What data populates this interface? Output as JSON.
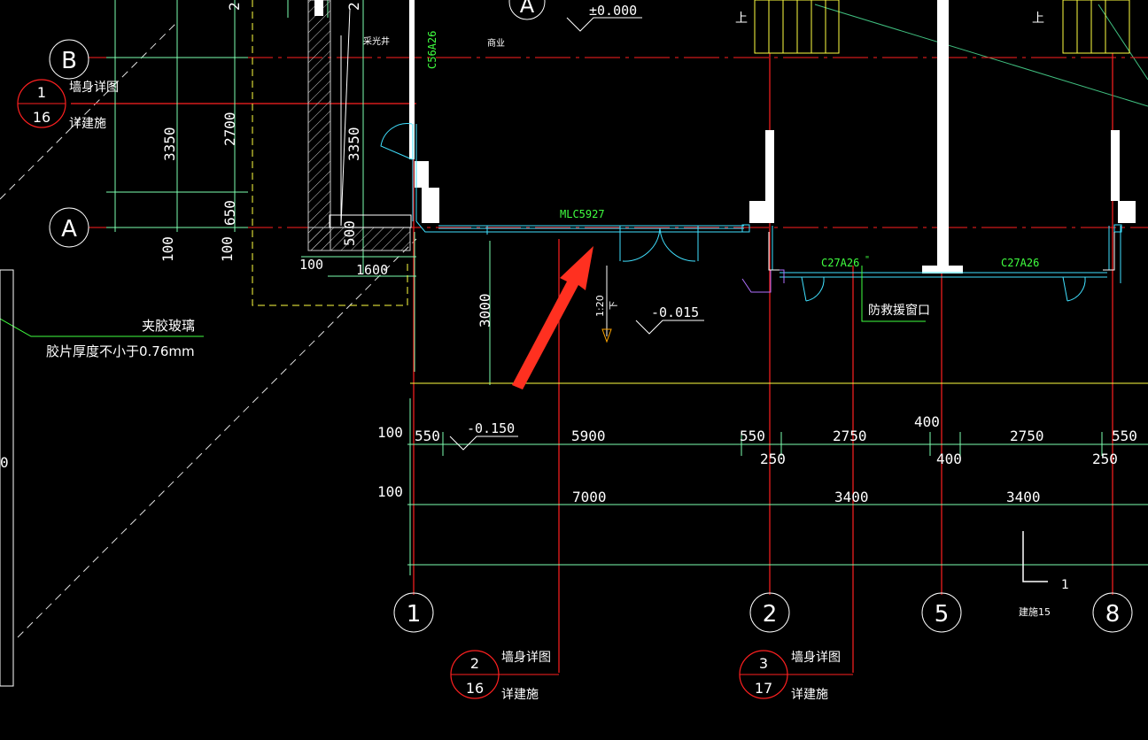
{
  "colors": {
    "background": "#000000",
    "axis": "#ff2020",
    "dimension": "#7dffb0",
    "wall": "#ffffff",
    "window": "#40e0ff",
    "stair": "#ffff40",
    "text": "#ffffff",
    "label_green": "#40ff40",
    "arrow": "#ff3020",
    "hatch": "#cccccc",
    "purple": "#b070ff"
  },
  "axes": {
    "rows": [
      "B",
      "A"
    ],
    "cols": [
      "1",
      "2",
      "5",
      "8"
    ],
    "top_partial": "A"
  },
  "detail_callouts": [
    {
      "num": "1",
      "sheet": "16",
      "title": "墙身详图",
      "sub": "详建施"
    },
    {
      "num": "2",
      "sheet": "16",
      "title": "墙身详图",
      "sub": "详建施"
    },
    {
      "num": "3",
      "sheet": "17",
      "title": "墙身详图",
      "sub": "详建施"
    }
  ],
  "elevations": {
    "top": "±0.000",
    "mid": "-0.015",
    "low": "-0.150"
  },
  "labels": {
    "glass_title": "夹胶玻璃",
    "glass_note": "胶片厚度不小于0.76mm",
    "rescue_window": "防救援窗口",
    "door_code": "MLC5927",
    "window_code_a": "C27A26",
    "window_code_a_mark": "\"",
    "window_code_b": "C27A26",
    "window_code_vertical": "C56A26",
    "lightwell": "采光井",
    "shop": "商业",
    "slope": "1:20",
    "slope_dir": "下",
    "section_ref": "建施15",
    "section_num": "1",
    "stair_up": "上"
  },
  "dimensions_left": {
    "v_3350_a": "3350",
    "v_2700": "2700",
    "v_3350_b": "3350",
    "v_650": "650",
    "v_500": "500",
    "v_100_a": "100",
    "v_100_b": "100",
    "h_100": "100",
    "h_1600": "1600",
    "top_2a": "2",
    "top_2b": "2",
    "v_3000": "3000",
    "left_0": "0"
  },
  "dimensions_row1": [
    "100",
    "550",
    "5900",
    "550",
    "250",
    "2750",
    "400",
    "400",
    "2750",
    "250",
    "550"
  ],
  "dimensions_row2": [
    "100",
    "7000",
    "3400",
    "3400"
  ]
}
